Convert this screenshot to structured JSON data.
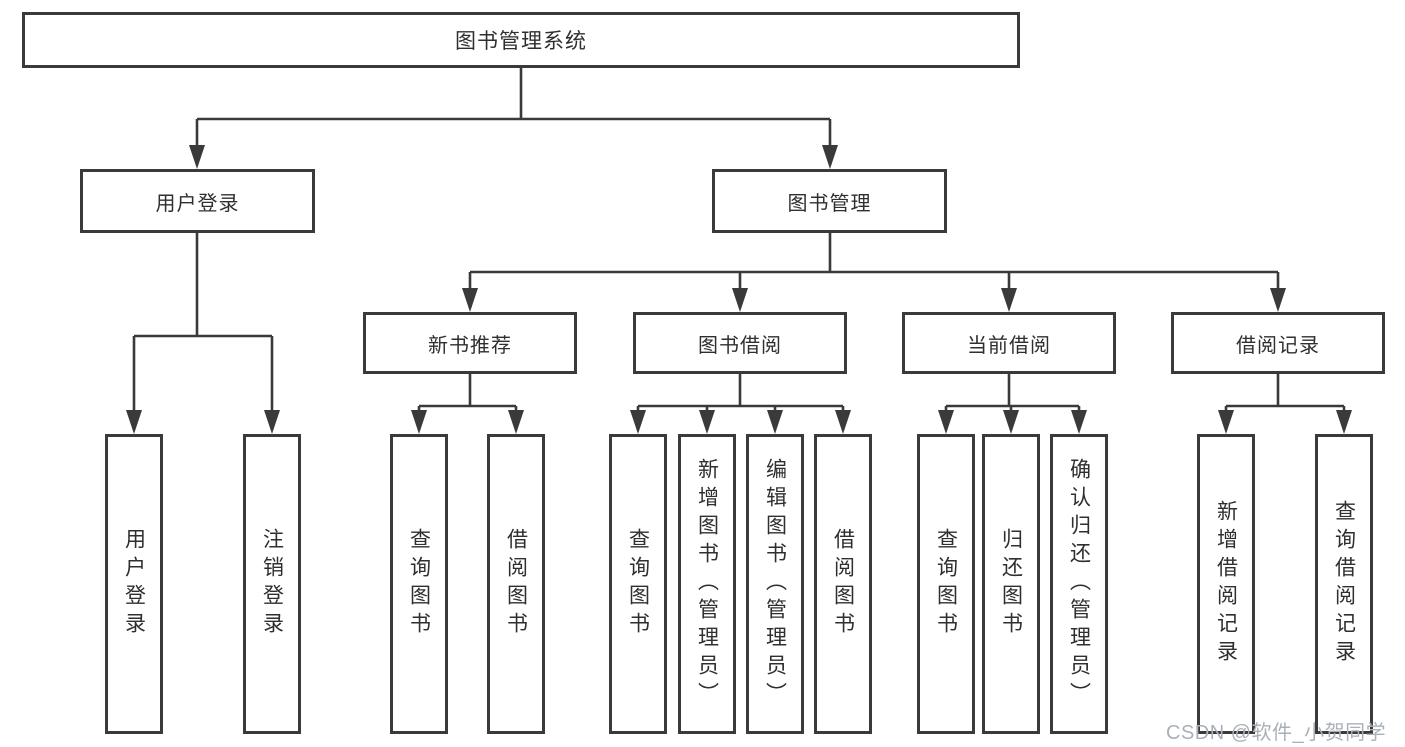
{
  "diagram": {
    "root": {
      "label": "图书管理系统"
    },
    "branches": [
      {
        "label": "用户登录",
        "children": [
          "用户登录",
          "注销登录"
        ]
      },
      {
        "label": "图书管理",
        "sections": [
          {
            "label": "新书推荐",
            "children": [
              "查询图书",
              "借阅图书"
            ]
          },
          {
            "label": "图书借阅",
            "children": [
              "查询图书",
              "新增图书（管理员）",
              "编辑图书（管理员）",
              "借阅图书"
            ]
          },
          {
            "label": "当前借阅",
            "children": [
              "查询图书",
              "归还图书",
              "确认归还（管理员）"
            ]
          },
          {
            "label": "借阅记录",
            "children": [
              "新增借阅记录",
              "查询借阅记录"
            ]
          }
        ]
      }
    ],
    "watermark": "CSDN @软件_小贺同学",
    "colors": {
      "line": "#3a3a3a",
      "text": "#2f2f2f",
      "box_fill": "#ffffff",
      "watermark": "#aab0b9"
    }
  }
}
